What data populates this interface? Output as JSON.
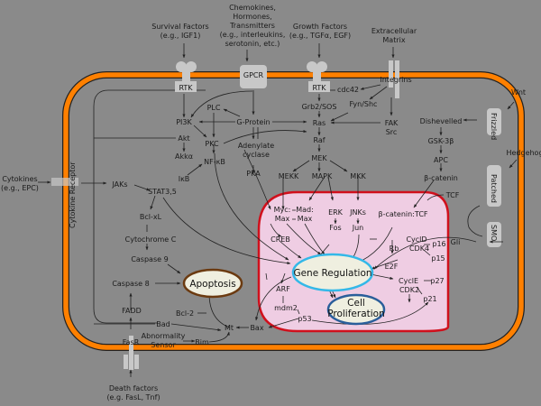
{
  "colors": {
    "background": "#8a8a8a",
    "membrane": "#ff8000",
    "nucleus_fill": "#efcde3",
    "nucleus_border": "#d0101c",
    "gene_regulation_border": "#33b8e8",
    "proliferation_border": "#2a5e9a",
    "apoptosis_border": "#6b3a10",
    "oval_fill": "#efefe0",
    "receptor": "#c8c8c8"
  },
  "external_signals": {
    "survival": [
      "Survival Factors",
      "(e.g., IGF1)"
    ],
    "chemokines": [
      "Chemokines,",
      "Hormones,",
      "Transmitters",
      "(e.g., interleukins,",
      "serotonin, etc.)"
    ],
    "growth": [
      "Growth Factors",
      "(e.g., TGFα, EGF)"
    ],
    "ecm": [
      "Extracellular",
      "Matrix"
    ],
    "wnt": "Wnt",
    "hedgehog": "Hedgehog",
    "cytokines": [
      "Cytokines",
      "(e.g., EPC)"
    ],
    "death": [
      "Death factors",
      "(e.g. FasL, Tnf)"
    ]
  },
  "receptors": {
    "rtk1": "RTK",
    "gpcr": "GPCR",
    "rtk2": "RTK",
    "integrins": "Integrins",
    "frizzled": "Frizzled",
    "patched": "Patched",
    "smo": "SMO",
    "cytokine_receptor": "Cytokine Receptor",
    "fasr": "FasR"
  },
  "nodes": {
    "pi3k": "PI3K",
    "plc": "PLC",
    "gprotein": "G-Protein",
    "akt": "Akt",
    "akka": "Akkα",
    "pkc": "PKC",
    "nfkb": "NF-κB",
    "ikb": "IκB",
    "adenylate": [
      "Adenylate",
      "cyclase"
    ],
    "pka": "PKA",
    "cdc42": "cdc42",
    "grb2": "Grb2/SOS",
    "fynshc": "Fyn/Shc",
    "ras": "Ras",
    "fak": "FAK",
    "src": "Src",
    "raf": "Raf",
    "mek": "MEK",
    "mekk": "MEKK",
    "mapk": "MAPK",
    "mkk": "MKK",
    "dishevelled": "Dishevelled",
    "gsk": "GSK-3β",
    "apc": "APC",
    "bcatenin": "β-catenin",
    "tcf": "TCF",
    "jaks": "JAKs",
    "stat": "STAT3,5",
    "bclxl": "Bcl-xL",
    "cytc": "Cytochrome C",
    "casp9": "Caspase 9",
    "casp8": "Caspase 8",
    "fadd": "FADD",
    "bad": "Bad",
    "bcl2": "Bcl-2",
    "abnormality": [
      "Abnormality",
      "Sensor"
    ],
    "bim": "Bim",
    "mt": "Mt",
    "bax": "Bax",
    "myc": [
      "Myc:",
      "Max"
    ],
    "mad": [
      "Mad:",
      "Max"
    ],
    "erk": "ERK",
    "fos": "Fos",
    "jnks": "JNKs",
    "jun": "Jun",
    "creb": "CREB",
    "bcat_tcf": "β-catenin:TCF",
    "gli": "Gli",
    "cycld": "CyclD",
    "cdk4": "CDK4",
    "rb": "Rb",
    "p16": "p16",
    "p15": "p15",
    "e2f": "E2F",
    "cycle": "CyclE",
    "cdk2": "CDK2",
    "p27": "p27",
    "p21": "p21",
    "arf": "ARF",
    "mdm2": "mdm2",
    "p53": "p53"
  },
  "outcomes": {
    "gene_regulation": "Gene Regulation",
    "apoptosis": "Apoptosis",
    "proliferation": [
      "Cell",
      "Proliferation"
    ]
  }
}
